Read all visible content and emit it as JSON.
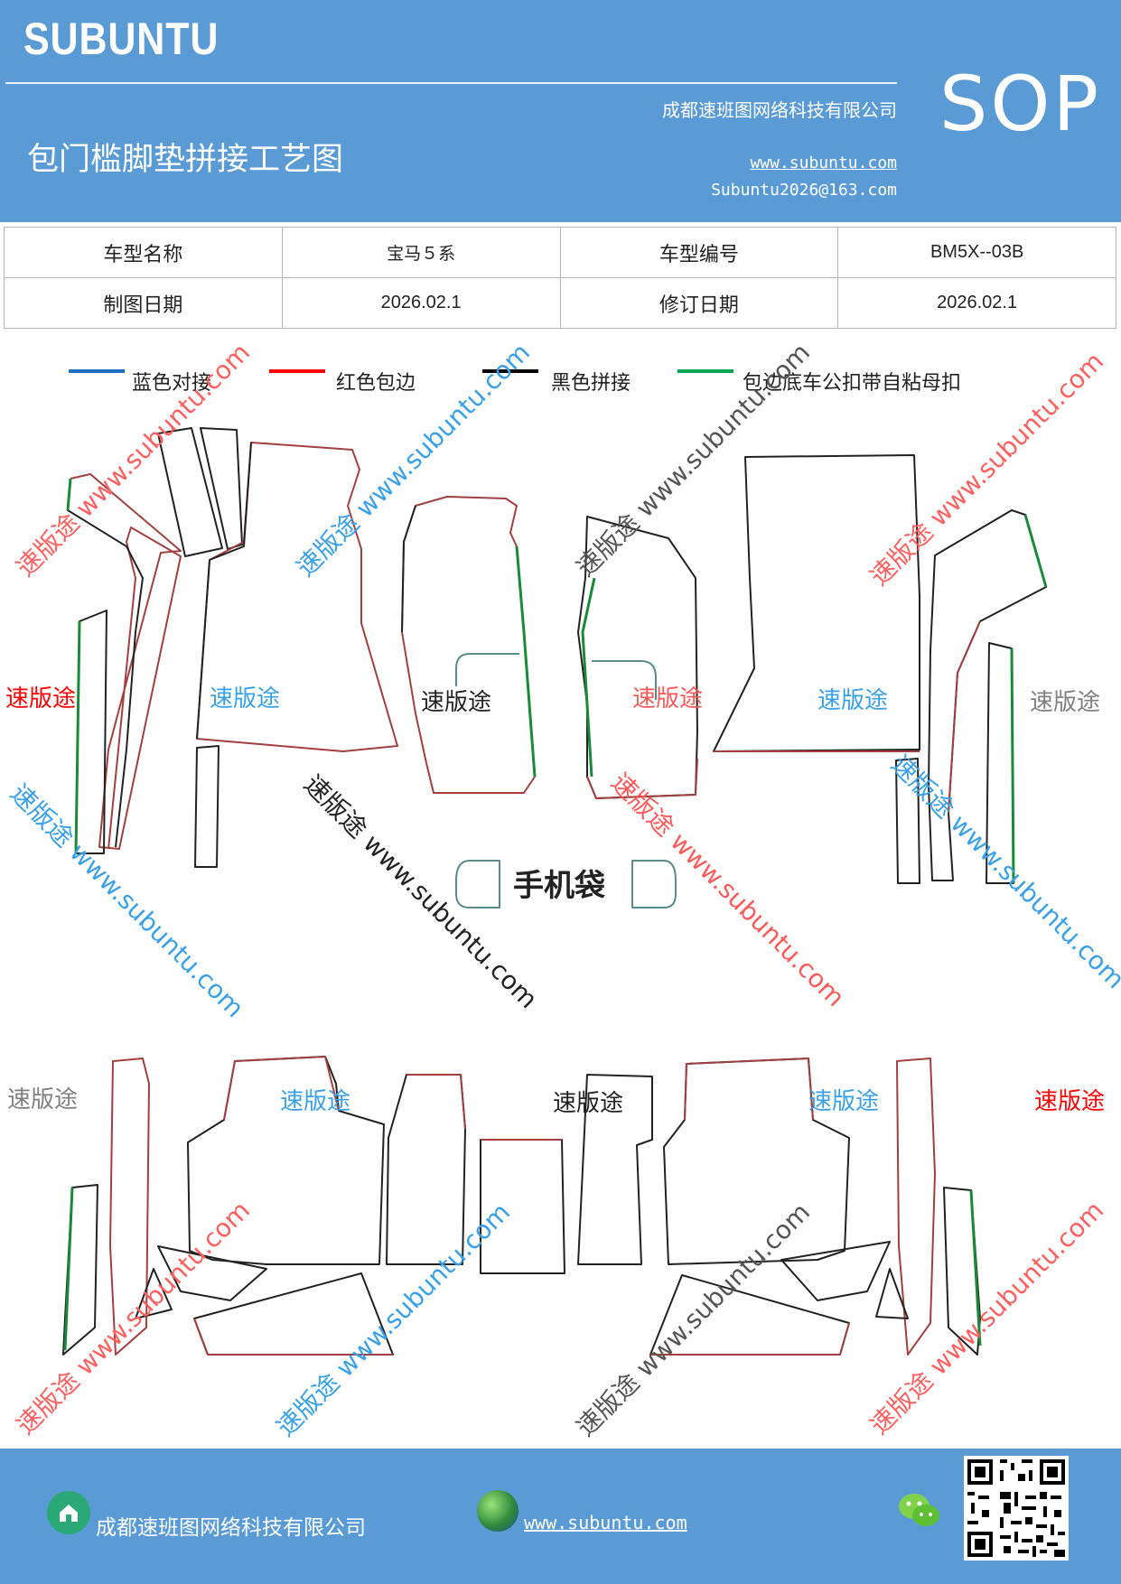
{
  "header": {
    "brand": "SUBUNTU",
    "badge": "SOP",
    "company": "成都速班图网络科技有限公司",
    "title": "包门槛脚垫拼接工艺图",
    "website": "www.subuntu.com",
    "email": "Subuntu2026@163.com"
  },
  "info_table": {
    "rows": [
      [
        "车型名称",
        "宝马５系",
        "车型编号",
        "BM5X--03B"
      ],
      [
        "制图日期",
        "2026.02.1",
        "修订日期",
        "2026.02.1"
      ]
    ]
  },
  "legend": [
    {
      "label": "蓝色对接",
      "color": "#1f6fbf"
    },
    {
      "label": "红色包边",
      "color": "#ff0000"
    },
    {
      "label": "黑色拼接",
      "color": "#000000"
    },
    {
      "label": "包边底车公扣带自粘母扣",
      "color": "#00a651"
    }
  ],
  "drawing": {
    "phone_bag_label": "手机袋",
    "watermark_text": "速版途",
    "watermark_url": "www.subuntu.com",
    "watermark_diagonal": "速版途 www.subuntu.com"
  },
  "footer": {
    "company": "成都速班图网络科技有限公司",
    "website": "www.subuntu.com ",
    "icons": [
      "home-icon",
      "globe-icon",
      "wechat-icon",
      "qr-code-icon"
    ]
  },
  "colors": {
    "header_bg": "#5b9bd5",
    "outline_red": "#a04040",
    "outline_black": "#222222",
    "outline_green": "#1a8a3a",
    "wm_red": "#ff0000",
    "wm_blue": "#3aa0e8",
    "wm_gray": "#808080"
  }
}
